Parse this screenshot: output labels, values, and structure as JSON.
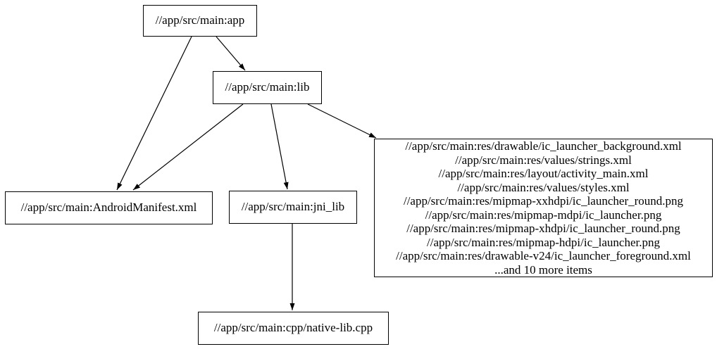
{
  "diagram": {
    "type": "dependency-graph",
    "background_color": "#ffffff",
    "node_border_color": "#000000",
    "edge_color": "#000000",
    "nodes": {
      "app": {
        "label": "//app/src/main:app"
      },
      "lib": {
        "label": "//app/src/main:lib"
      },
      "manifest": {
        "label": "//app/src/main:AndroidManifest.xml"
      },
      "jni_lib": {
        "label": "//app/src/main:jni_lib"
      },
      "cpp": {
        "label": "//app/src/main:cpp/native-lib.cpp"
      },
      "res": {
        "lines": [
          "//app/src/main:res/drawable/ic_launcher_background.xml",
          "//app/src/main:res/values/strings.xml",
          "//app/src/main:res/layout/activity_main.xml",
          "//app/src/main:res/values/styles.xml",
          "//app/src/main:res/mipmap-xxhdpi/ic_launcher_round.png",
          "//app/src/main:res/mipmap-mdpi/ic_launcher.png",
          "//app/src/main:res/mipmap-xhdpi/ic_launcher_round.png",
          "//app/src/main:res/mipmap-hdpi/ic_launcher.png",
          "//app/src/main:res/drawable-v24/ic_launcher_foreground.xml",
          "...and 10 more items"
        ]
      }
    },
    "edges": [
      {
        "from": "app",
        "to": "lib"
      },
      {
        "from": "app",
        "to": "manifest"
      },
      {
        "from": "lib",
        "to": "manifest"
      },
      {
        "from": "lib",
        "to": "jni_lib"
      },
      {
        "from": "lib",
        "to": "res"
      },
      {
        "from": "jni_lib",
        "to": "cpp"
      }
    ]
  }
}
